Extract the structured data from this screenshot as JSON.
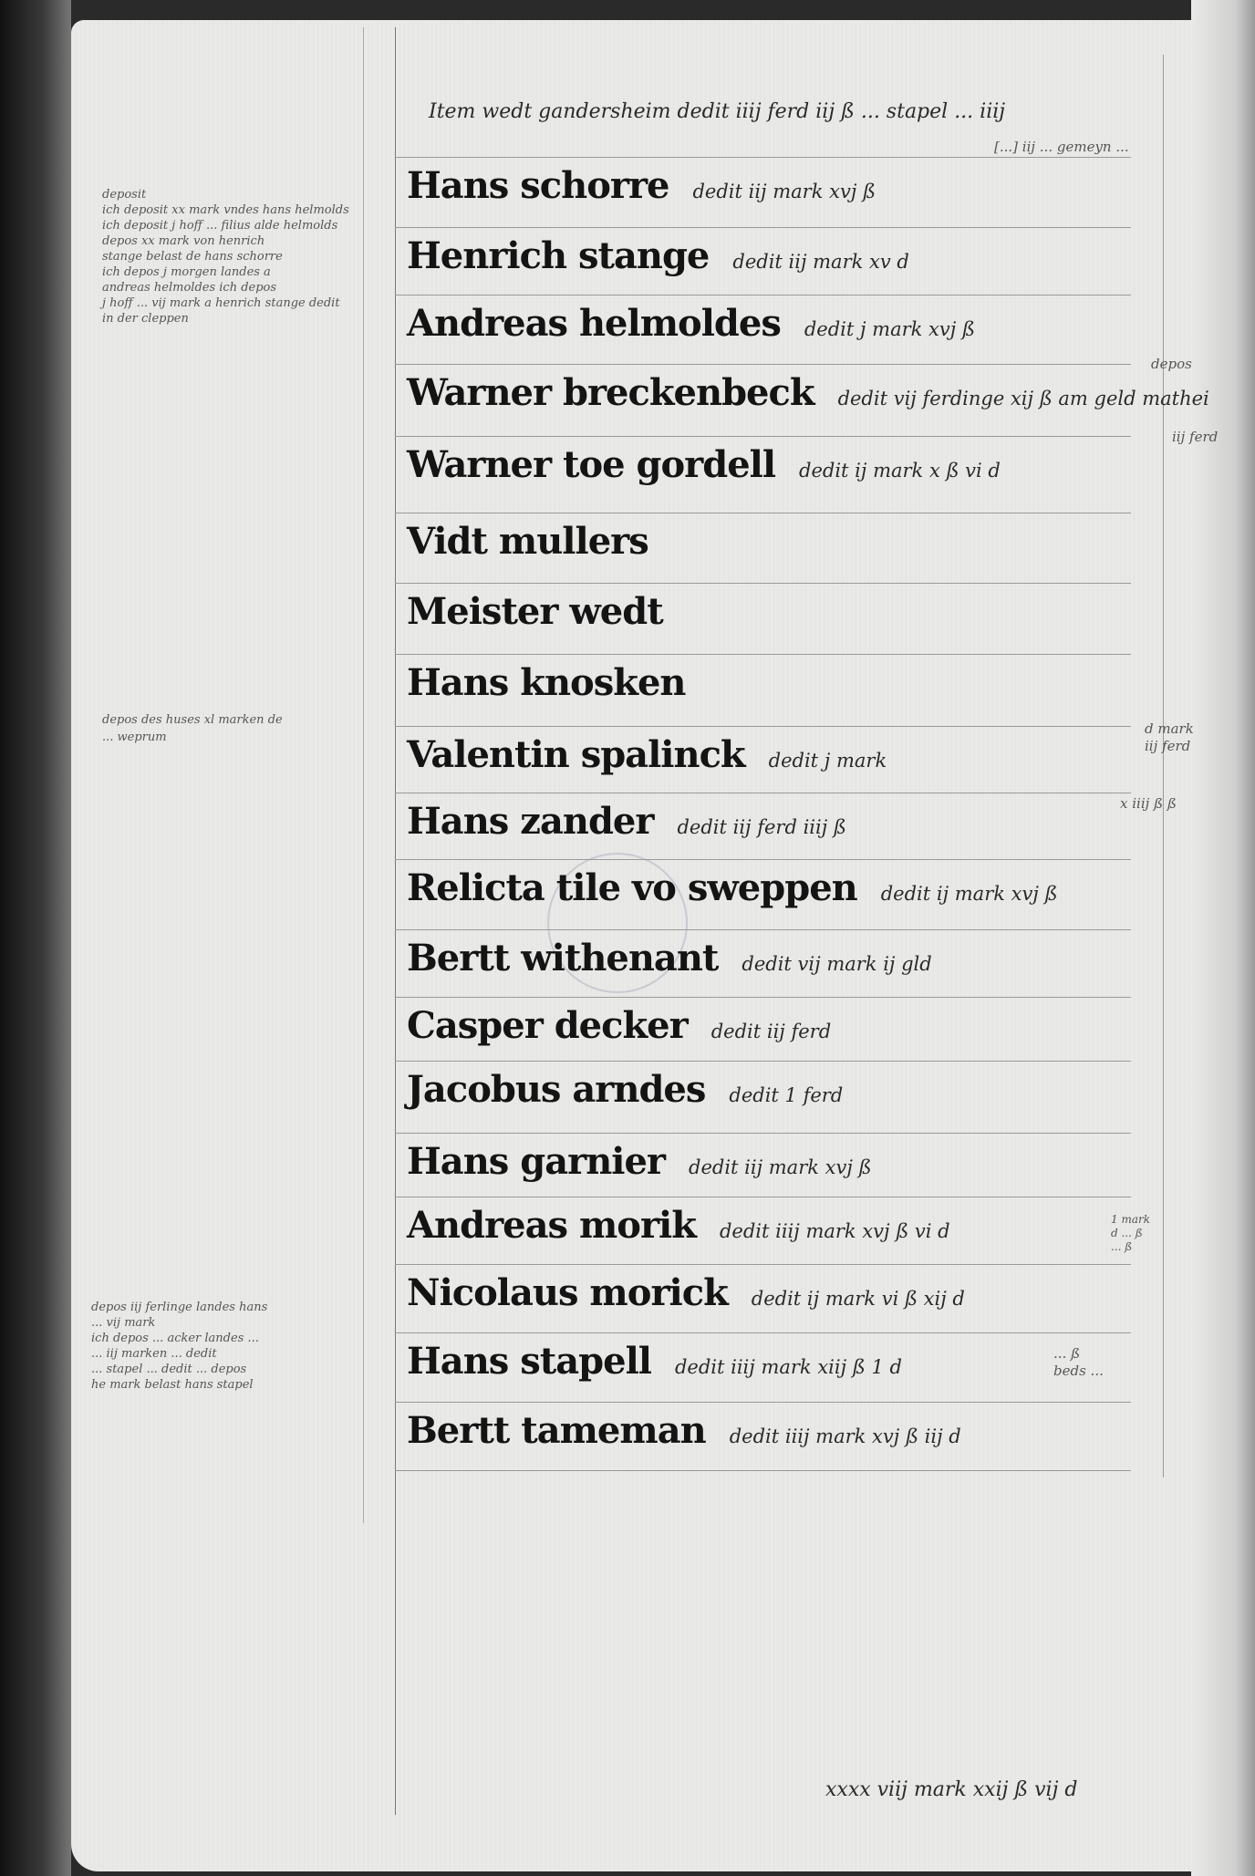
{
  "header_entry": "Item wedt gandersheim dedit iiij ferd iij ß ... stapel ... iiij",
  "header_subnote": "[...] iij ... gemeyn ...",
  "entries": [
    {
      "name": "Hans schorre",
      "amount": "dedit iij mark xvj ß"
    },
    {
      "name": "Henrich stange",
      "amount": "dedit iij mark xv d"
    },
    {
      "name": "Andreas helmoldes",
      "amount": "dedit j mark xvj ß"
    },
    {
      "name": "Warner breckenbeck",
      "amount": "dedit vij ferdinge xij ß am geld mathei"
    },
    {
      "name": "Warner toe gordell",
      "amount": "dedit ij mark x ß vi d"
    },
    {
      "name": "Vidt mullers",
      "amount": ""
    },
    {
      "name": "Meister wedt",
      "amount": ""
    },
    {
      "name": "Hans knosken",
      "amount": ""
    },
    {
      "name": "Valentin spalinck",
      "amount": "dedit j mark"
    },
    {
      "name": "Hans zander",
      "amount": "dedit iij ferd iiij ß"
    },
    {
      "name": "Relicta tile vo sweppen",
      "amount": "dedit ij mark xvj ß"
    },
    {
      "name": "Bertt withenant",
      "amount": "dedit vij mark ij gld"
    },
    {
      "name": "Casper decker",
      "amount": "dedit iij ferd"
    },
    {
      "name": "Jacobus arndes",
      "amount": "dedit 1 ferd"
    },
    {
      "name": "Hans garnier",
      "amount": "dedit iij mark xvj ß"
    },
    {
      "name": "Andreas morik",
      "amount": "dedit iiij mark xvj ß vi d"
    },
    {
      "name": "Nicolaus morick",
      "amount": "dedit ij mark vi ß xij d"
    },
    {
      "name": "Hans stapell",
      "amount": "dedit iiij mark xiij ß 1 d"
    },
    {
      "name": "Bertt tameman",
      "amount": "dedit iiij mark xvj ß iij d"
    }
  ],
  "left_notes": [
    "deposit\nich deposit xx mark vndes hans helmolds\nich deposit j hoff ... filius alde helmolds\ndepos xx mark von henrich\nstange belast de hans schorre\nich depos j morgen landes a\nandreas helmoldes ich depos\nj hoff ... vij mark a henrich stange dedit\nin der cleppen",
    "depos des huses xl marken de\n... weprum",
    "depos iij ferlinge landes hans\n... vij mark\nich depos ... acker landes ...\n... iij marken ... dedit\n... stapel ... dedit ... depos\nhe mark belast hans stapel"
  ],
  "right_notes": [
    "depos",
    "iij ferd",
    "d mark\niij ferd",
    "x iiij ß ß",
    "1 mark\nd ... ß\n... ß",
    "... ß\nbeds ..."
  ],
  "total": "xxxx viij mark xxij ß vij d"
}
